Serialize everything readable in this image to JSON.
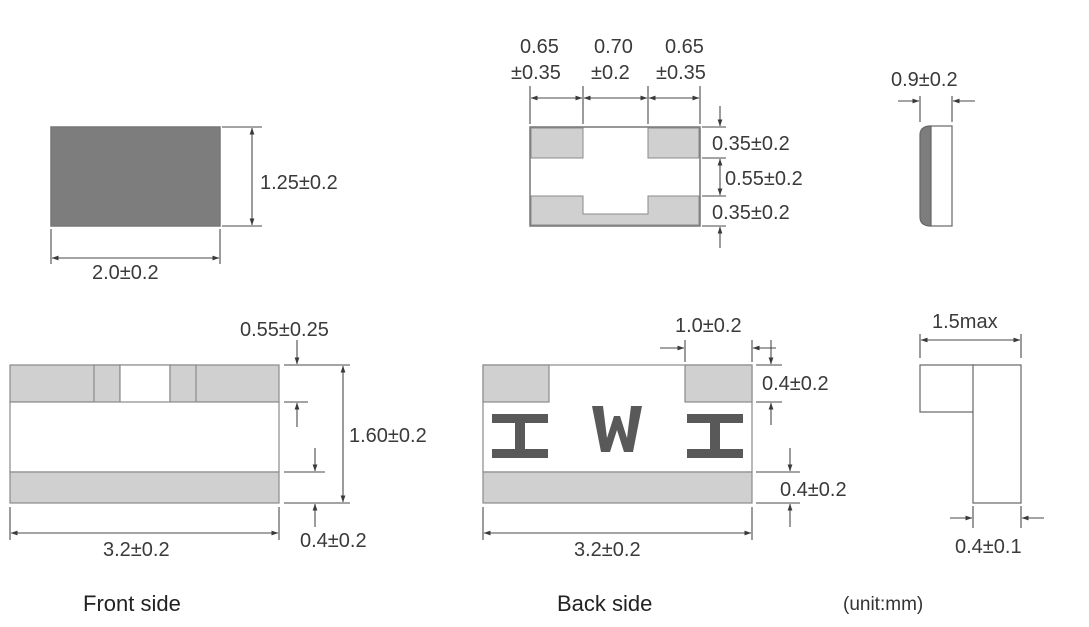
{
  "colors": {
    "dark_body": "#7d7d7d",
    "electrode": "#d0d0d0",
    "white": "#ffffff",
    "marking": "#595959",
    "outline": "#777777"
  },
  "labels": {
    "top_left_height": "1.25±0.2",
    "top_left_width": "2.0±0.2",
    "top_mid_w1_a": "0.65",
    "top_mid_w1_b": "±0.35",
    "top_mid_w2_a": "0.70",
    "top_mid_w2_b": "±0.2",
    "top_mid_w3_a": "0.65",
    "top_mid_w3_b": "±0.35",
    "top_mid_h1": "0.35±0.2",
    "top_mid_h2": "0.55±0.2",
    "top_mid_h3": "0.35±0.2",
    "top_right_width": "0.9±0.2",
    "front_top_electrode": "0.55±0.25",
    "front_height": "1.60±0.2",
    "front_bottom": "0.4±0.2",
    "front_width": "3.2±0.2",
    "back_pad_width": "1.0±0.2",
    "back_pad_height": "0.4±0.2",
    "back_bottom": "0.4±0.2",
    "back_width": "3.2±0.2",
    "side_width": "1.5max",
    "side_thickness": "0.4±0.1",
    "marking": "HWH"
  },
  "captions": {
    "front": "Front side",
    "back": "Back side",
    "unit": "(unit:mm)"
  }
}
